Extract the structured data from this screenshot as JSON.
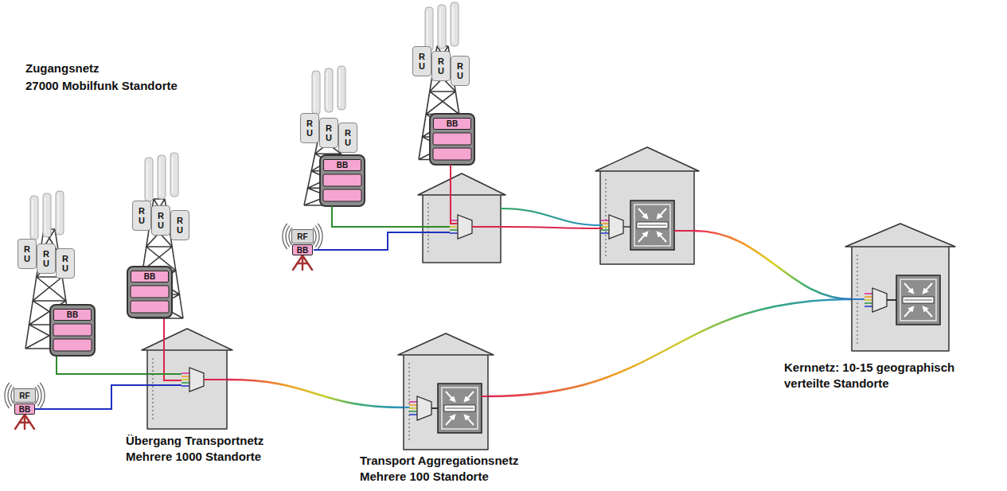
{
  "diagram": {
    "nodes": [
      {
        "text": [
          "RU"
        ]
      },
      {
        "text": [
          "RU"
        ]
      },
      {
        "text": [
          "RU"
        ]
      },
      {
        "text": [
          "BB"
        ]
      },
      {
        "text": [
          "RU"
        ]
      },
      {
        "text": [
          "RU"
        ]
      },
      {
        "text": [
          "RU"
        ]
      },
      {
        "text": [
          "BB"
        ]
      },
      {
        "text": [
          "RU"
        ]
      },
      {
        "text": [
          "RU"
        ]
      },
      {
        "text": [
          "RU"
        ]
      },
      {
        "text": [
          "BB"
        ]
      },
      {
        "text": [
          "RU"
        ]
      },
      {
        "text": [
          "RU"
        ]
      },
      {
        "text": [
          "RU"
        ]
      },
      {
        "text": [
          "BB"
        ]
      },
      {
        "text": [
          "RF"
        ]
      },
      {
        "text": [
          "BB"
        ]
      },
      {
        "text": [
          "RF"
        ]
      },
      {
        "text": [
          "BB"
        ]
      },
      {
        "text": [
          "Übergang Transportnetz",
          "Mehrere 1000 Standorte"
        ]
      },
      {
        "text": [
          "Transport Aggregationsnetz",
          "Mehrere 100 Standorte"
        ]
      },
      {
        "text": [
          "Kernnetz: 10-15 geographisch verteilte Standorte"
        ]
      }
    ],
    "edges": [
      {
        "from": 3,
        "to": 20,
        "arrow": "none"
      },
      {
        "from": 7,
        "to": 20,
        "arrow": "none"
      },
      {
        "from": 19,
        "to": 20,
        "arrow": "none"
      },
      {
        "from": 20,
        "to": 21,
        "arrow": "none"
      },
      {
        "from": 21,
        "to": 22,
        "arrow": "none"
      }
    ],
    "labels": [
      "Zugangsnetz",
      "27000 Mobilfunk Standorte"
    ]
  }
}
